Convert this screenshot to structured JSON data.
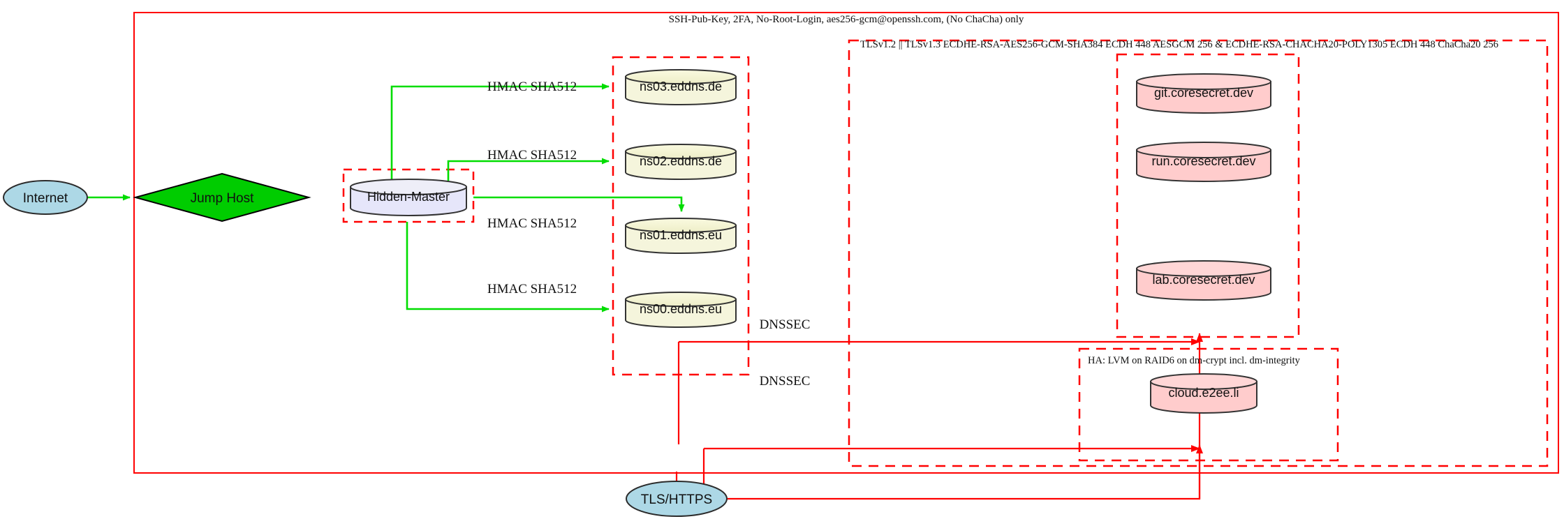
{
  "diagram": {
    "title_note": "SSH-Pub-Key, 2FA, No-Root-Login, aes256-gcm@openssh.com, (No ChaCha) only",
    "colors": {
      "boundary_red": "#ff0000",
      "edge_green": "#00dd00",
      "edge_red": "#ff0000",
      "internet_fill": "#add8e6",
      "jump_host_fill": "#00cc00",
      "hidden_master_fill": "#e6e6fa",
      "ns_fill": "#f5f5dc",
      "service_fill": "#ffcccc",
      "tls_fill": "#add8e6",
      "stroke_dark": "#2b2b2b"
    }
  },
  "boundaries": {
    "ssh_zone_label": "SSH-Pub-Key, 2FA, No-Root-Login, aes256-gcm@openssh.com, (No ChaCha) only",
    "tls_zone_label": "TLSv1.2 || TLSv1.3 ECDHE-RSA-AES256-GCM-SHA384 ECDH 448 AESGCM 256 & ECDHE-RSA-CHACHA20-POLY1305 ECDH 448 ChaCha20 256",
    "ha_zone_label": "HA: LVM on RAID6 on dm-crypt incl. dm-integrity"
  },
  "nodes": {
    "internet": {
      "label": "Internet",
      "shape": "ellipse"
    },
    "jump_host": {
      "label": "Jump Host",
      "shape": "diamond"
    },
    "hidden_master": {
      "label": "Hidden-Master",
      "shape": "cylinder"
    },
    "nameservers": [
      {
        "label": "ns03.eddns.de",
        "shape": "cylinder"
      },
      {
        "label": "ns02.eddns.de",
        "shape": "cylinder"
      },
      {
        "label": "ns01.eddns.eu",
        "shape": "cylinder"
      },
      {
        "label": "ns00.eddns.eu",
        "shape": "cylinder"
      }
    ],
    "services": [
      {
        "label": "git.coresecret.dev",
        "shape": "cylinder"
      },
      {
        "label": "run.coresecret.dev",
        "shape": "cylinder"
      },
      {
        "label": "lab.coresecret.dev",
        "shape": "cylinder"
      },
      {
        "label": "cloud.e2ee.li",
        "shape": "cylinder"
      }
    ],
    "tls_https": {
      "label": "TLS/HTTPS",
      "shape": "ellipse"
    }
  },
  "edge_labels": {
    "hmac_1": "HMAC SHA512",
    "hmac_2": "HMAC SHA512",
    "hmac_3": "HMAC SHA512",
    "hmac_4": "HMAC SHA512",
    "dnssec_1": "DNSSEC",
    "dnssec_2": "DNSSEC"
  }
}
